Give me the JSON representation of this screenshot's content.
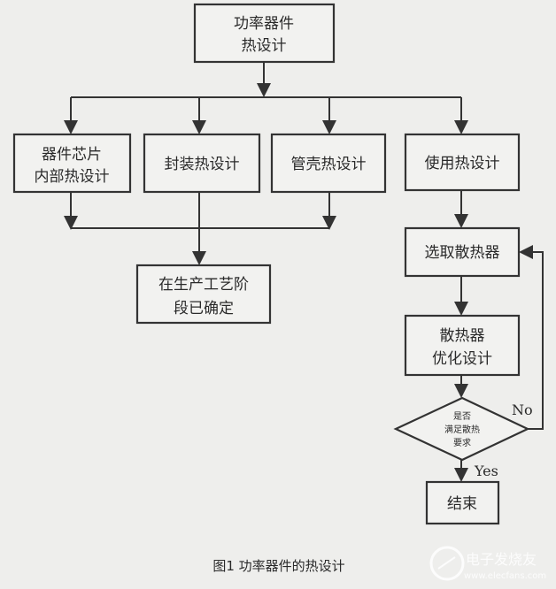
{
  "top": {
    "line1": "功率器件",
    "line2": "热设计"
  },
  "branches": [
    {
      "line1": "器件芯片",
      "line2": "内部热设计"
    },
    {
      "line1": "封装热设计"
    },
    {
      "line1": "管壳热设计"
    },
    {
      "line1": "使用热设计"
    }
  ],
  "determined": {
    "line1": "在生产工艺阶",
    "line2": "段已确定"
  },
  "select": "选取散热器",
  "optimize": {
    "line1": "散热器",
    "line2": "优化设计"
  },
  "decision": {
    "line1": "是否",
    "line2": "满足散热",
    "line3": "要求"
  },
  "no_label": "No",
  "yes_label": "Yes",
  "end": "结束",
  "caption": "图1 功率器件的热设计",
  "watermark": {
    "brand": "电子发烧友",
    "url": "www.elecfans.com"
  }
}
